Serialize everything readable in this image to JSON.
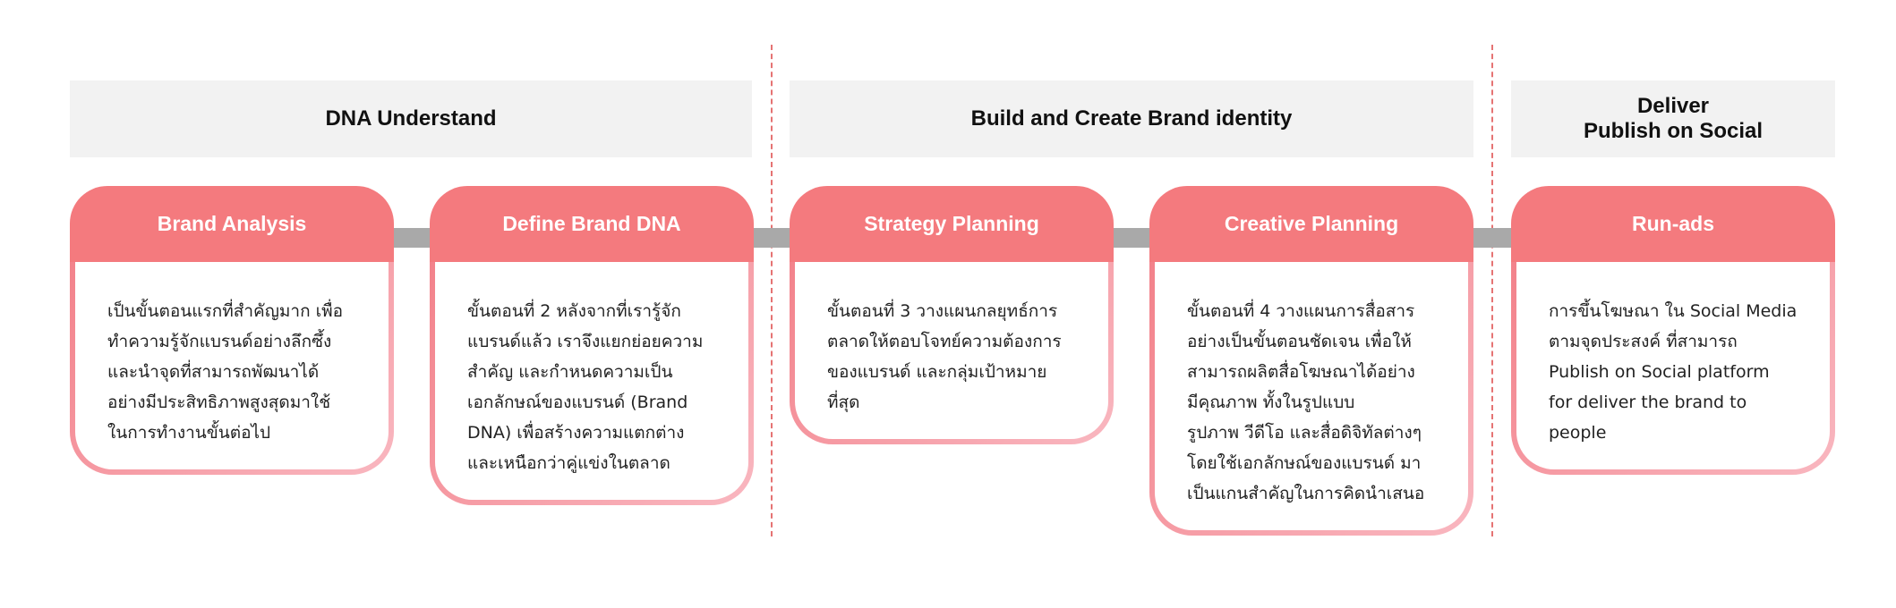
{
  "phases": [
    {
      "title": "DNA Understand"
    },
    {
      "title": "Build and  Create Brand identity"
    },
    {
      "title": "Deliver\nPublish on Social"
    }
  ],
  "cards": [
    {
      "title": "Brand Analysis",
      "body": "เป็นขั้นตอนแรกที่สำคัญมาก เพื่อ\nทำความรู้จักแบรนด์อย่างลึกซึ้ง\nและนำจุดที่สามารถพัฒนาได้\nอย่างมีประสิทธิภาพสูงสุดมาใช้\nในการทำงานขั้นต่อไป"
    },
    {
      "title": "Define Brand DNA",
      "body": "ขั้นตอนที่ 2 หลังจากที่เรารู้จัก\nแบรนด์แล้ว เราจึงแยกย่อยความ\nสำคัญ และกำหนดความเป็น\nเอกลักษณ์ของแบรนด์ (Brand\nDNA) เพื่อสร้างความแตกต่าง\nและเหนือกว่าคู่แข่งในตลาด"
    },
    {
      "title": "Strategy Planning",
      "body": "ขั้นตอนที่ 3 วางแผนกลยุทธ์การ\nตลาดให้ตอบโจทย์ความต้องการ\nของแบรนด์ และกลุ่มเป้าหมาย\nที่สุด"
    },
    {
      "title": "Creative Planning",
      "body": "ขั้นตอนที่ 4 วางแผนการสื่อสาร\nอย่างเป็นขั้นตอนชัดเจน เพื่อให้\nสามารถผลิตสื่อโฆษณาได้อย่าง\nมีคุณภาพ ทั้งในรูปแบบ\nรูปภาพ วีดีโอ และสื่อดิจิทัลต่างๆ\nโดยใช้เอกลักษณ์ของแบรนด์ มา\nเป็นแกนสำคัญในการคิดนำเสนอ"
    },
    {
      "title": "Run-ads",
      "body": "การขึ้นโฆษณา ใน Social Media\nตามจุดประสงค์ ที่สามารถ\nPublish on Social platform\nfor deliver the brand to\npeople"
    }
  ]
}
